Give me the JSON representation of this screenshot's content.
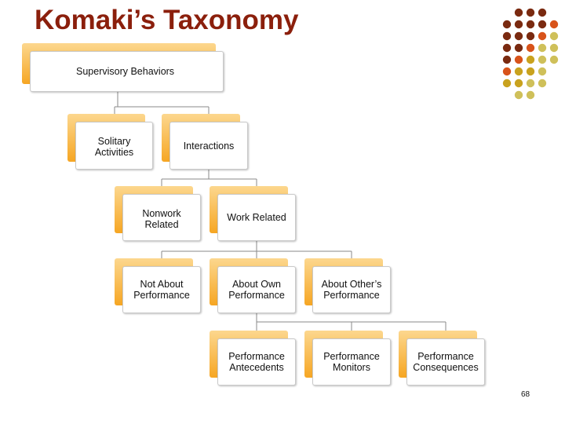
{
  "title": "Komaki’s Taxonomy",
  "page_number": "68",
  "colors": {
    "title": "#8b1f0c",
    "box_shadow_top": "#fcd78e",
    "box_shadow_bottom": "#f6a623",
    "dot_dark": "#7a2a10",
    "dot_orange": "#d8531a",
    "dot_gold": "#c9a21e",
    "dot_olive": "#cfc05a"
  },
  "nodes": {
    "root": "Supervisory Behaviors",
    "solitary": "Solitary\nActivities",
    "interactions": "Interactions",
    "nonwork": "Nonwork\nRelated",
    "work_related": "Work Related",
    "not_about_performance": "Not About\nPerformance",
    "about_own": "About Own\nPerformance",
    "about_others": "About Other’s\nPerformance",
    "antecedents": "Performance\nAntecedents",
    "monitors": "Performance\nMonitors",
    "consequences": "Performance\nConsequences"
  }
}
